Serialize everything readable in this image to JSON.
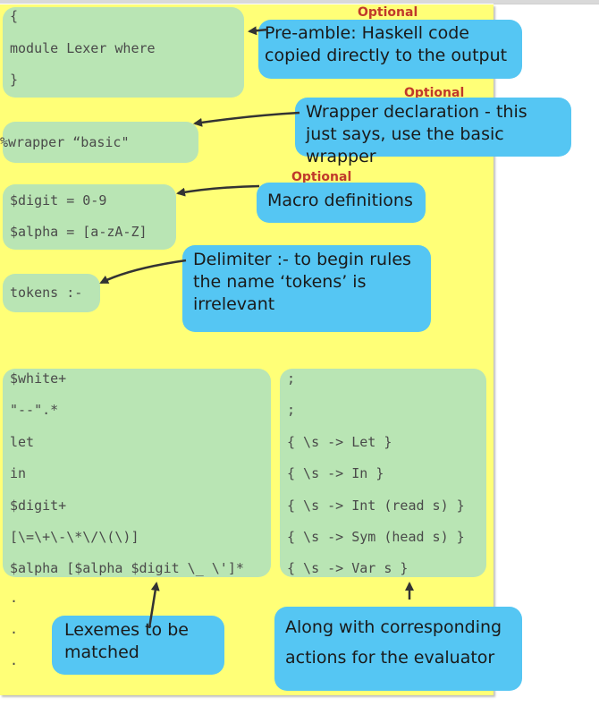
{
  "preamble": {
    "code": [
      "{",
      "module Lexer where",
      "}"
    ],
    "optional": "Optional",
    "note": "Pre-amble: Haskell code copied directly  to the output"
  },
  "wrapper": {
    "code": "%wrapper “basic\"",
    "optional": "Optional",
    "note": "Wrapper declaration - this just says, use the basic wrapper"
  },
  "macros": {
    "code": [
      "$digit = 0-9",
      "$alpha = [a-zA-Z]"
    ],
    "optional": "Optional",
    "note": "Macro definitions"
  },
  "delimiter": {
    "code": "tokens :-",
    "note": "Delimiter :- to begin rules the name ‘tokens’ is irrelevant"
  },
  "rules": {
    "lexemes": [
      "$white+",
      "\"--\".*",
      "let",
      "in",
      "$digit+",
      "[\\=\\+\\-\\*\\/\\(\\)]",
      "$alpha [$alpha $digit \\_ \\']*"
    ],
    "actions": [
      ";",
      ";",
      "{ \\s -> Let }",
      "{ \\s -> In }",
      "{ \\s -> Int (read s) }",
      "{ \\s -> Sym (head s) }",
      "{ \\s -> Var s }"
    ],
    "dots": [
      ".",
      ".",
      "."
    ],
    "lexemes_note": "Lexemes to be matched",
    "actions_note": [
      "Along with corresponding",
      "actions for the evaluator"
    ]
  },
  "colors": {
    "panel": "#ffff77",
    "code_box": "#b9e5b4",
    "callout": "#55c6f3",
    "optional": "#c0392b"
  }
}
